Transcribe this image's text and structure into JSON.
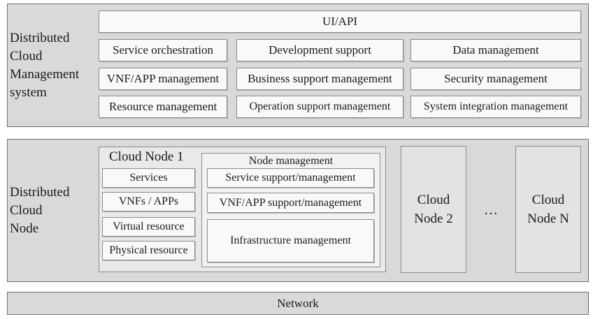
{
  "management": {
    "label_lines": [
      "Distributed",
      "Cloud",
      "Management",
      "system"
    ],
    "top_bar": "UI/API",
    "rows": [
      [
        "Service orchestration",
        "Development support",
        "Data management"
      ],
      [
        "VNF/APP management",
        "Business support management",
        "Security management"
      ],
      [
        "Resource management",
        "Operation support management",
        "System integration management"
      ]
    ]
  },
  "node": {
    "label_lines": [
      "Distributed",
      "Cloud",
      "Node"
    ],
    "cloud_node_1": {
      "title": "Cloud Node 1",
      "stack": [
        "Services",
        "VNFs / APPs",
        "Virtual resource",
        "Physical resource"
      ],
      "node_management": {
        "title": "Node management",
        "items": [
          "Service support/management",
          "VNF/APP support/management",
          "Infrastructure management"
        ]
      }
    },
    "cloud_node_2": [
      "Cloud",
      "Node 2"
    ],
    "ellipsis": "…",
    "cloud_node_n": [
      "Cloud",
      "Node N"
    ]
  },
  "network": "Network"
}
